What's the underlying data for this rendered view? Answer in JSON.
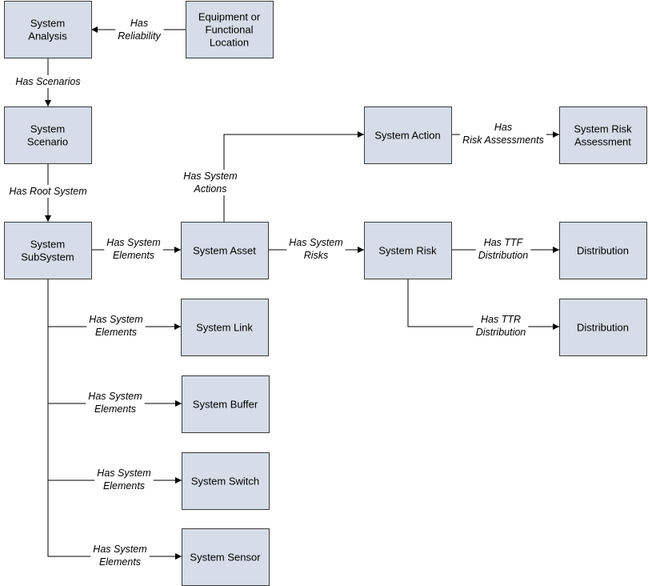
{
  "nodes": [
    {
      "id": "system-analysis",
      "lines": [
        "System",
        "Analysis"
      ]
    },
    {
      "id": "equipment",
      "lines": [
        "Equipment or",
        "Functional",
        "Location"
      ]
    },
    {
      "id": "system-scenario",
      "lines": [
        "System",
        "Scenario"
      ]
    },
    {
      "id": "system-subsystem",
      "lines": [
        "System",
        "SubSystem"
      ]
    },
    {
      "id": "system-asset",
      "lines": [
        "System Asset"
      ]
    },
    {
      "id": "system-action",
      "lines": [
        "System Action"
      ]
    },
    {
      "id": "system-risk-assessment",
      "lines": [
        "System Risk",
        "Assessment"
      ]
    },
    {
      "id": "system-risk",
      "lines": [
        "System Risk"
      ]
    },
    {
      "id": "distribution-ttf",
      "lines": [
        "Distribution"
      ]
    },
    {
      "id": "distribution-ttr",
      "lines": [
        "Distribution"
      ]
    },
    {
      "id": "system-link",
      "lines": [
        "System Link"
      ]
    },
    {
      "id": "system-buffer",
      "lines": [
        "System Buffer"
      ]
    },
    {
      "id": "system-switch",
      "lines": [
        "System Switch"
      ]
    },
    {
      "id": "system-sensor",
      "lines": [
        "System Sensor"
      ]
    }
  ],
  "edges": [
    {
      "id": "has-reliability",
      "from": "equipment",
      "to": "system-analysis",
      "label": [
        "Has",
        "Reliability"
      ]
    },
    {
      "id": "has-scenarios",
      "from": "system-analysis",
      "to": "system-scenario",
      "label": [
        "Has Scenarios"
      ]
    },
    {
      "id": "has-root-system",
      "from": "system-scenario",
      "to": "system-subsystem",
      "label": [
        "Has Root System"
      ]
    },
    {
      "id": "has-system-elements-asset",
      "from": "system-subsystem",
      "to": "system-asset",
      "label": [
        "Has System",
        "Elements"
      ]
    },
    {
      "id": "has-system-actions",
      "from": "system-asset",
      "to": "system-action",
      "label": [
        "Has System",
        "Actions"
      ]
    },
    {
      "id": "has-risk-assessments",
      "from": "system-action",
      "to": "system-risk-assessment",
      "label": [
        "Has",
        "Risk Assessments"
      ]
    },
    {
      "id": "has-system-risks",
      "from": "system-asset",
      "to": "system-risk",
      "label": [
        "Has System",
        "Risks"
      ]
    },
    {
      "id": "has-ttf-distribution",
      "from": "system-risk",
      "to": "distribution-ttf",
      "label": [
        "Has TTF",
        "Distribution"
      ]
    },
    {
      "id": "has-ttr-distribution",
      "from": "system-risk",
      "to": "distribution-ttr",
      "label": [
        "Has TTR",
        "Distribution"
      ]
    },
    {
      "id": "has-system-elements-link",
      "from": "system-subsystem",
      "to": "system-link",
      "label": [
        "Has System",
        "Elements"
      ]
    },
    {
      "id": "has-system-elements-buffer",
      "from": "system-subsystem",
      "to": "system-buffer",
      "label": [
        "Has System",
        "Elements"
      ]
    },
    {
      "id": "has-system-elements-switch",
      "from": "system-subsystem",
      "to": "system-switch",
      "label": [
        "Has System",
        "Elements"
      ]
    },
    {
      "id": "has-system-elements-sensor",
      "from": "system-subsystem",
      "to": "system-sensor",
      "label": [
        "Has System",
        "Elements"
      ]
    }
  ]
}
